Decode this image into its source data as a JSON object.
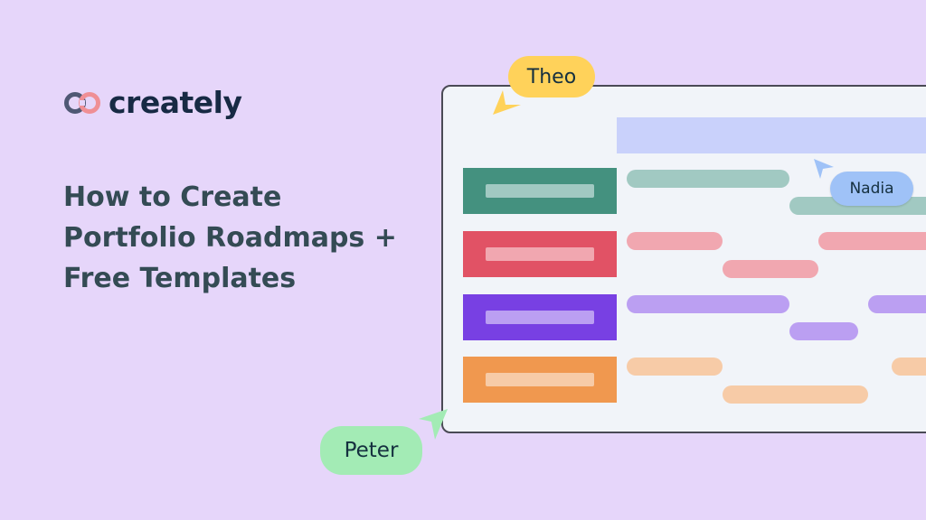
{
  "brand": {
    "name": "creately",
    "logo_colors": {
      "left_ring": "#4f5874",
      "right_ring": "#ef8f95",
      "text": "#172a44"
    }
  },
  "headline": {
    "lines": [
      "How to Create",
      "Portfolio Roadmaps +",
      "Free Templates"
    ],
    "color": "#344b54"
  },
  "roadmap": {
    "background": "#f1f4f9",
    "header_color": "#c9d1fb",
    "rows": [
      {
        "name": "row-teal",
        "label_color": "#44917f",
        "inner_color": "#a1c9c2",
        "bar_color": "#a1c9c2"
      },
      {
        "name": "row-red",
        "label_color": "#e15265",
        "inner_color": "#f1a7b0",
        "bar_color": "#f1a7b0"
      },
      {
        "name": "row-purple",
        "label_color": "#7840e3",
        "inner_color": "#bb9ff2",
        "bar_color": "#bb9ff2"
      },
      {
        "name": "row-orange",
        "label_color": "#f0984f",
        "inner_color": "#f7cba7",
        "bar_color": "#f7cba7"
      }
    ]
  },
  "collaborators": [
    {
      "name": "Theo",
      "color": "#ffd25a"
    },
    {
      "name": "Nadia",
      "color": "#9fc2f7"
    },
    {
      "name": "Peter",
      "color": "#a3ebb5"
    }
  ]
}
